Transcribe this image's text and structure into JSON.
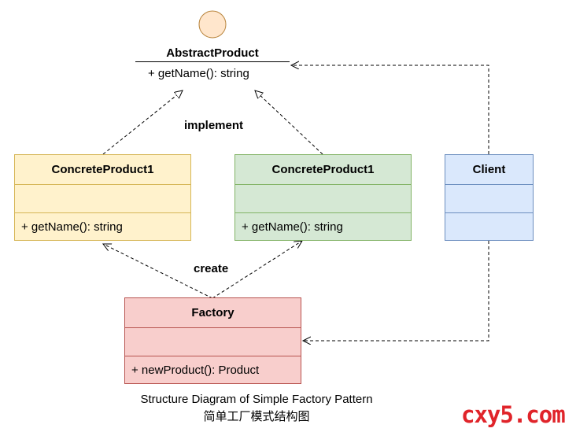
{
  "interface": {
    "name": "AbstractProduct",
    "method": "+ getName(): string"
  },
  "products": [
    {
      "name": "ConcreteProduct1",
      "method": "+ getName(): string"
    },
    {
      "name": "ConcreteProduct1",
      "method": "+ getName(): string"
    }
  ],
  "client": {
    "name": "Client"
  },
  "factory": {
    "name": "Factory",
    "method": "+ newProduct(): Product"
  },
  "labels": {
    "implement": "implement",
    "create": "create"
  },
  "caption": {
    "en": "Structure Diagram of Simple Factory Pattern",
    "zh": "简单工厂模式结构图"
  },
  "watermark": "cxy5.com",
  "colors": {
    "product_fill": "#fff2cc",
    "product_alt_fill": "#d5e8d4",
    "client_fill": "#dae8fc",
    "factory_fill": "#f8cecc",
    "interface_circle": "#ffe6cc",
    "watermark": "#e0242a"
  }
}
